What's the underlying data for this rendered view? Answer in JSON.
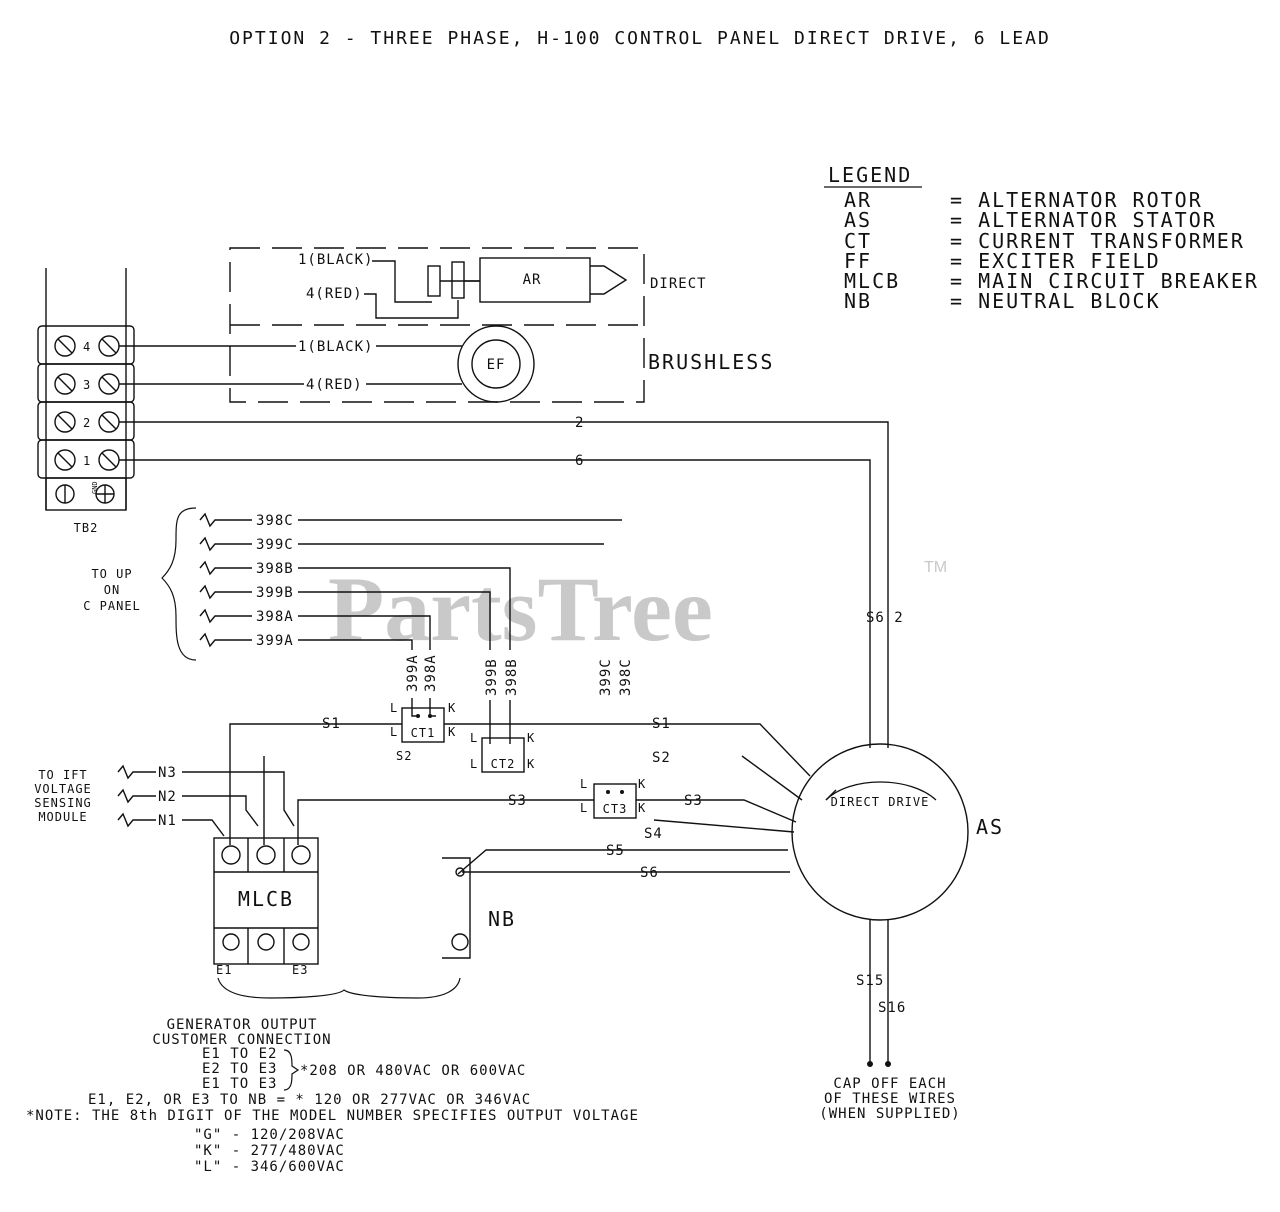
{
  "title": "OPTION 2 - THREE PHASE, H-100 CONTROL PANEL DIRECT DRIVE, 6 LEAD",
  "watermark": {
    "text": "PartsTree",
    "tm": "TM"
  },
  "legend": {
    "heading": "LEGEND",
    "items": [
      {
        "code": "AR",
        "desc": "= ALTERNATOR ROTOR"
      },
      {
        "code": "AS",
        "desc": "= ALTERNATOR STATOR"
      },
      {
        "code": "CT",
        "desc": "= CURRENT TRANSFORMER"
      },
      {
        "code": "FF",
        "desc": "= EXCITER FIELD"
      },
      {
        "code": "MLCB",
        "desc": "= MAIN CIRCUIT BREAKER"
      },
      {
        "code": "NB",
        "desc": "= NEUTRAL BLOCK"
      }
    ]
  },
  "terminal_block": {
    "name": "TB2",
    "terminals": [
      "4",
      "3",
      "2",
      "1"
    ],
    "ground_label": "GND"
  },
  "rotor": {
    "label": "AR",
    "wire_black": "1(BLACK)",
    "wire_red": "4(RED)",
    "type": "DIRECT"
  },
  "exciter": {
    "label": "EF",
    "wire_black": "1(BLACK)",
    "wire_red": "4(RED)",
    "type": "BRUSHLESS"
  },
  "wires": {
    "w2": "2",
    "w6": "6",
    "s62": "S6 2",
    "s1": "S1",
    "s2": "S2",
    "s3": "S3",
    "s4": "S4",
    "s5": "S5",
    "s6": "S6",
    "s15": "S15",
    "s16": "S16"
  },
  "cp_leads": {
    "label_lines": [
      "TO UP",
      "ON",
      "C PANEL"
    ],
    "leads": [
      "398C",
      "399C",
      "398B",
      "399B",
      "398A",
      "399A"
    ],
    "vertical": [
      "399A",
      "398A",
      "399B",
      "398B",
      "399C",
      "398C"
    ]
  },
  "ct": {
    "ct1": "CT1",
    "ct2": "CT2",
    "ct3": "CT3",
    "l": "L",
    "k": "K"
  },
  "voltage_sensing": {
    "label_lines": [
      "TO IFT",
      "VOLTAGE",
      "SENSING",
      "MODULE"
    ],
    "leads": [
      "N3",
      "N2",
      "N1"
    ]
  },
  "breaker": {
    "label": "MLCB",
    "left_term": "E1",
    "right_term": "E3"
  },
  "neutral_block": {
    "label": "NB"
  },
  "stator": {
    "label": "AS",
    "inner": "DIRECT DRIVE"
  },
  "output_notes": {
    "line1": "GENERATOR OUTPUT",
    "line2": "CUSTOMER CONNECTION",
    "pairs": [
      "E1 TO E2",
      "E2 TO E3",
      "E1 TO E3"
    ],
    "pair_value": "*208 OR 480VAC OR 600VAC",
    "nb_line": "E1, E2, OR E3 TO NB = * 120 OR 277VAC OR 346VAC",
    "note": "*NOTE: THE 8th DIGIT OF THE MODEL NUMBER SPECIFIES OUTPUT VOLTAGE",
    "options": [
      "\"G\" - 120/208VAC",
      "\"K\" - 277/480VAC",
      "\"L\" - 346/600VAC"
    ]
  },
  "cap_note": [
    "CAP OFF EACH",
    "OF THESE WIRES",
    "(WHEN SUPPLIED)"
  ]
}
